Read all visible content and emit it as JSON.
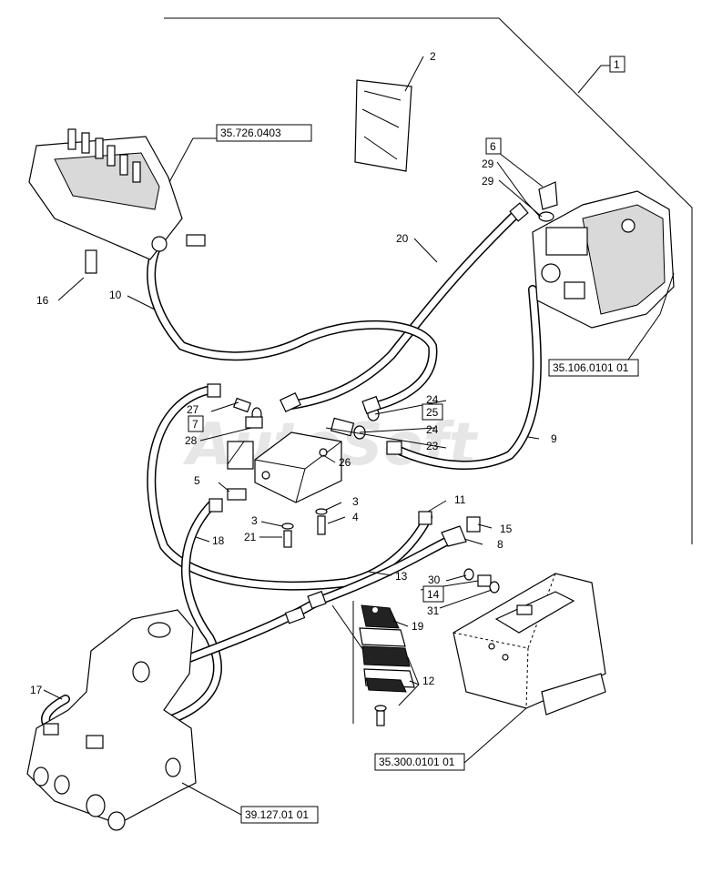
{
  "watermark": "AutoSoft",
  "reference_boxes": {
    "control_valve": "35.726.0403",
    "pump": "35.106.0101 01",
    "tank": "35.300.0101 01",
    "loader_frame": "39.127.01 01"
  },
  "boxed_items": {
    "kit": "1",
    "adapter_kit": "6",
    "fitting_kit_7": "7",
    "fitting_kit_25": "25",
    "fitting_kit_14": "14"
  },
  "callouts": {
    "c2": "2",
    "c29a": "29",
    "c29b": "29",
    "c20": "20",
    "c16": "16",
    "c10": "10",
    "c27": "27",
    "c28": "28",
    "c24a": "24",
    "c24b": "24",
    "c23": "23",
    "c9": "9",
    "c26": "26",
    "c5": "5",
    "c3a": "3",
    "c3b": "3",
    "c4": "4",
    "c21": "21",
    "c18": "18",
    "c11": "11",
    "c15": "15",
    "c8": "8",
    "c13": "13",
    "c30": "30",
    "c31": "31",
    "c19": "19",
    "c12": "12",
    "c17": "17"
  }
}
